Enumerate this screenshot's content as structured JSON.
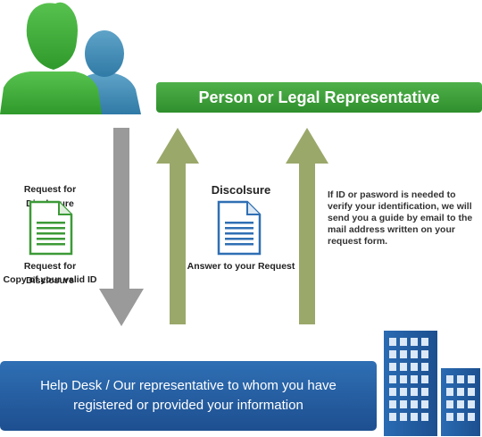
{
  "banner": {
    "title": "Person or Legal Representative"
  },
  "flow": {
    "left": {
      "label_top": "Request for Disclosure",
      "label_bottom_1": "Request for Disclosure",
      "label_bottom_2": "Copy of your valid ID"
    },
    "middle": {
      "label_top": "Discolsure",
      "label_bottom": "Answer to your Request"
    },
    "right_note": "If ID or pasword is needed to verify your identification, we will send you a guide by email to the mail address written on your request form."
  },
  "help_desk": {
    "line1": "Help Desk / Our representative to whom you have",
    "line2": "registered or provided your information"
  },
  "colors": {
    "green_banner": "#3a9f37",
    "blue_desk": "#1f5596",
    "gray_arrow": "#9a9a9a",
    "olive_arrow": "#9aa86a"
  }
}
